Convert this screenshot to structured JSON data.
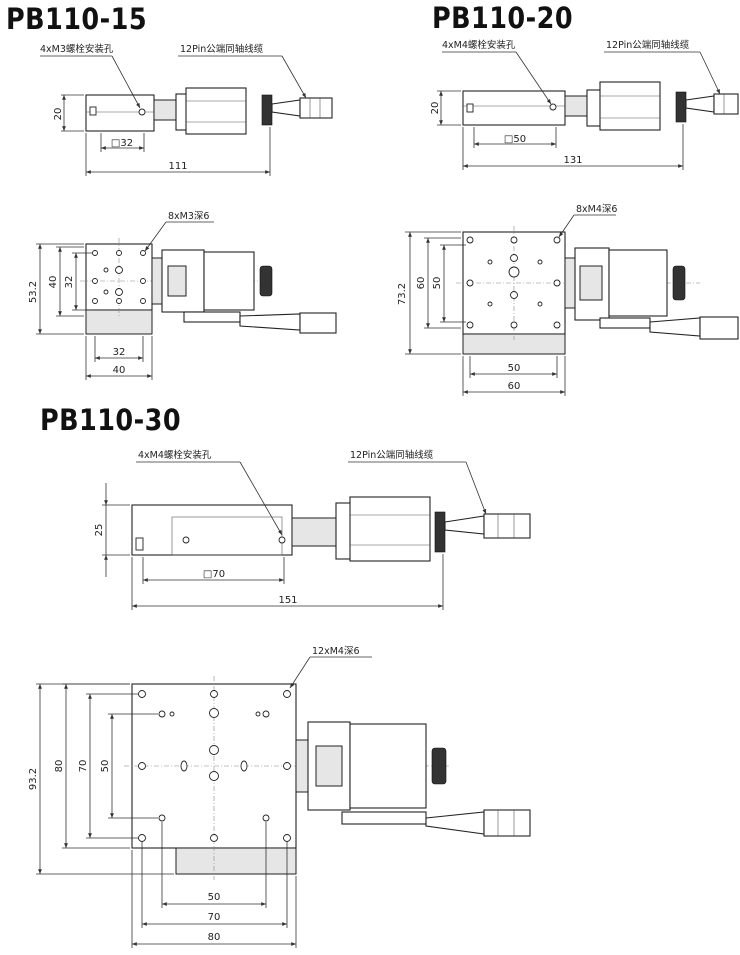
{
  "models": [
    {
      "title": "PB110-15",
      "side": {
        "bolt_note": "4xM3螺栓安装孔",
        "cable_note": "12Pin公端同轴线缆",
        "height": "20",
        "table": "□32",
        "length": "111"
      },
      "top": {
        "holes_note": "8xM3深6",
        "outer_v": "53.2",
        "dim_v1": "40",
        "dim_v2": "32",
        "dim_h1": "32",
        "dim_h2": "40"
      }
    },
    {
      "title": "PB110-20",
      "side": {
        "bolt_note": "4xM4螺栓安装孔",
        "cable_note": "12Pin公端同轴线缆",
        "height": "20",
        "table": "□50",
        "length": "131"
      },
      "top": {
        "holes_note": "8xM4深6",
        "outer_v": "73.2",
        "dim_v1": "60",
        "dim_v2": "50",
        "dim_h1": "50",
        "dim_h2": "60"
      }
    },
    {
      "title": "PB110-30",
      "side": {
        "bolt_note": "4xM4螺栓安装孔",
        "cable_note": "12Pin公端同轴线缆",
        "height": "25",
        "table": "□70",
        "length": "151"
      },
      "top": {
        "holes_note": "12xM4深6",
        "outer_v": "93.2",
        "dim_v1": "80",
        "dim_v2": "70",
        "dim_v3": "50",
        "dim_h1": "50",
        "dim_h2": "70",
        "dim_h3": "80"
      }
    }
  ]
}
